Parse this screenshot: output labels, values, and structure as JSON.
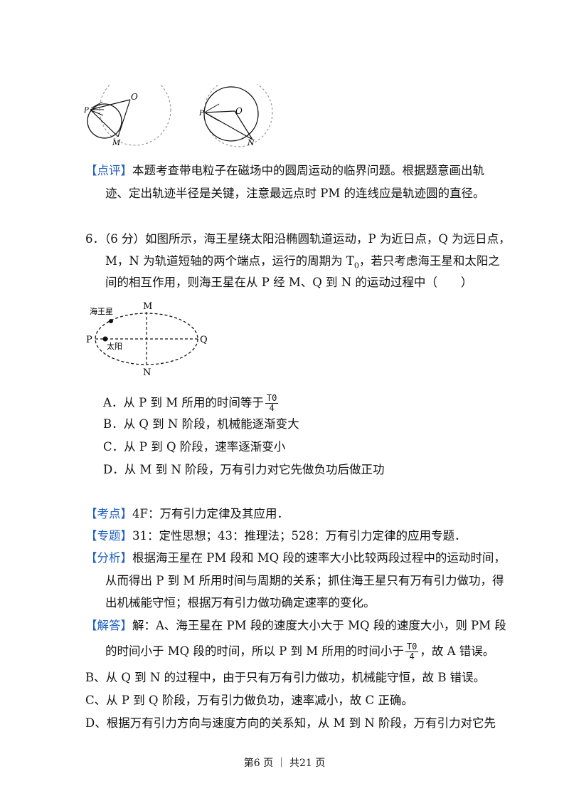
{
  "figures": {
    "left_P": "P",
    "left_O": "O",
    "left_M": "M",
    "right_P": "P",
    "right_O": "O",
    "right_N": "N"
  },
  "review": {
    "tag": "【点评】",
    "line1": "本题考查带电粒子在磁场中的圆周运动的临界问题。根据题意画出轨",
    "line2": "迹、定出轨迹半径是关键，注意最远点时 PM 的连线应是轨迹圆的直径。"
  },
  "question": {
    "line1": "6．（6 分）如图所示，海王星绕太阳沿椭圆轨道运动，P 为近日点，Q 为远日点，",
    "line2_a": "M，N 为轨道短轴的两个端点，运行的周期为 T",
    "line2_sub": "0",
    "line2_b": "，若只考虑海王星和太阳之",
    "line3": "间的相互作用，则海王星在从 P 经 M、Q 到 N 的运动过程中（　　）"
  },
  "ellipse_fig": {
    "neptune": "海王星",
    "sun": "太阳",
    "M": "M",
    "N": "N",
    "P": "P",
    "Q": "Q"
  },
  "options": {
    "A": "A．从 P 到 M 所用的时间等于",
    "A_num": "T0",
    "A_den": "4",
    "B": "B．从 Q 到 N 阶段，机械能逐渐变大",
    "C": "C．从 P 到 Q 阶段，速率逐渐变小",
    "D": "D．从 M 到 N 阶段，万有引力对它先做负功后做正功"
  },
  "analysis": {
    "kaodian_tag": "【考点】",
    "kaodian": "4F：万有引力定律及其应用．",
    "zhuanti_tag": "【专题】",
    "zhuanti": "31：定性思想；43：推理法；528：万有引力定律的应用专题．",
    "fenxi_tag": "【分析】",
    "fenxi1": "根据海王星在 PM 段和 MQ 段的速率大小比较两段过程中的运动时间，",
    "fenxi2": "从而得出 P 到 M 所用时间与周期的关系；抓住海王星只有万有引力做功，得",
    "fenxi3": "出机械能守恒；根据万有引力做功确定速率的变化。",
    "jieda_tag": "【解答】",
    "jieda1": "解：A、海王星在 PM 段的速度大小大于 MQ 段的速度大小，则 PM 段",
    "jieda2": "的时间小于 MQ 段的时间，所以 P 到 M 所用的时间小于",
    "jieda2_num": "T0",
    "jieda2_den": "4",
    "jieda2_end": "，故 A 错误。",
    "b": "B、从 Q 到 N 的过程中，由于只有万有引力做功，机械能守恒，故 B 错误。",
    "c": "C、从 P 到 Q 阶段，万有引力做负功，速率减小，故 C 正确。",
    "d": "D、根据万有引力方向与速度方向的关系知，从 M 到 N 阶段，万有引力对它先"
  },
  "footer": "第6 页 ｜ 共21 页"
}
